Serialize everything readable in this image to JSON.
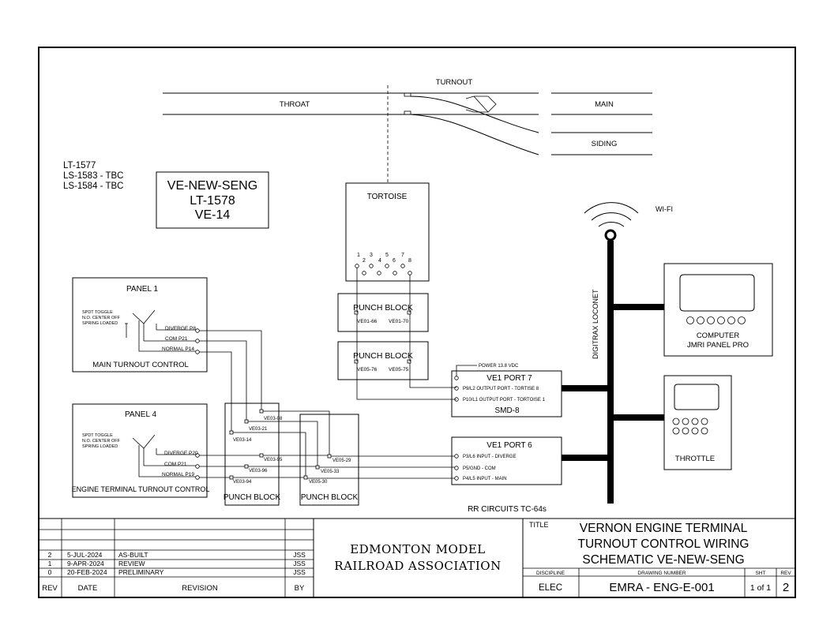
{
  "notes": [
    "LT-1577",
    "LS-1583 - TBC",
    "LS-1584 - TBC"
  ],
  "ve_box": [
    "VE-NEW-SENG",
    "LT-1578",
    "VE-14"
  ],
  "track": {
    "turnout": "TURNOUT",
    "throat": "THROAT",
    "main": "MAIN",
    "siding": "SIDING"
  },
  "tortoise": {
    "title": "TORTOISE",
    "pins_odd": [
      "1",
      "3",
      "5",
      "7"
    ],
    "pins_even": [
      "2",
      "4",
      "6",
      "8"
    ]
  },
  "punch_top1": {
    "title": "PUNCH BLOCK",
    "left": "VE01-66",
    "right": "VE01-70"
  },
  "punch_top2": {
    "title": "PUNCH BLOCK",
    "left": "VE05-76",
    "right": "VE05-75"
  },
  "wifi_label": "WI-FI",
  "loconet_label": "DIGITRAX LOCONET",
  "computer": {
    "line1": "COMPUTER",
    "line2": "JMRI PANEL PRO"
  },
  "throttle": "THROTTLE",
  "panel1": {
    "title": "PANEL 1",
    "desc": [
      "SPDT TOGGLE",
      "N.O. CENTER OFF",
      "SPRING LOADED"
    ],
    "diverge": "DIVERGE  P8",
    "com": "COM   P21",
    "normal": "NORMAL  P14",
    "footer": "MAIN TURNOUT CONTROL"
  },
  "panel4": {
    "title": "PANEL 4",
    "desc": [
      "SPDT TOGGLE",
      "N.O. CENTER OFF",
      "SPRING LOADED"
    ],
    "diverge": "DIVERGE  P20",
    "com": "COM   P21",
    "normal": "NORMAL  P19",
    "footer": "ENGINE TERMINAL TURNOUT CONTROL"
  },
  "punch_left": {
    "title": "PUNCH BLOCK",
    "labels": [
      "VE03-08",
      "VE03-21",
      "VE03-14",
      "VE03-95",
      "VE03-96",
      "VE03-94"
    ]
  },
  "punch_right": {
    "title": "PUNCH BLOCK",
    "labels": [
      "VE05-29",
      "VE05-33",
      "VE05-30"
    ]
  },
  "ve1_port7": {
    "power": "POWER 13.8 VDC",
    "title": "VE1 PORT 7",
    "p1": "P9/L2  OUTPUT PORT - TORTISE 8",
    "p2": "P10/L1  OUTPUT PORT - TORTOISE 1",
    "footer": "SMD-8"
  },
  "ve1_port6": {
    "title": "VE1 PORT 6",
    "p1": "P3/L6   INPUT - DIVERGE",
    "p2": "P5/GND       - COM",
    "p3": "P4/L5   INPUT - MAIN"
  },
  "rr_circuits": "RR CIRCUITS TC-64s",
  "title_block": {
    "org_line1": "EDMONTON MODEL",
    "org_line2": "RAILROAD ASSOCIATION",
    "title_label": "TITLE",
    "title_lines": [
      "VERNON ENGINE TERMINAL",
      "TURNOUT CONTROL WIRING",
      "SCHEMATIC VE-NEW-SENG"
    ],
    "discipline_label": "DISCIPLINE",
    "drawing_number_label": "DRAWING NUMBER",
    "sht_label": "SHT",
    "rev_label": "REV",
    "discipline": "ELEC",
    "drawing_number": "EMRA - ENG-E-001",
    "sht": "1 of 1",
    "rev": "2"
  },
  "revisions": {
    "headers": {
      "rev": "REV",
      "date": "DATE",
      "revision": "REVISION",
      "by": "BY"
    },
    "rows": [
      {
        "rev": "2",
        "date": "5-JUL-2024",
        "revision": "AS-BUILT",
        "by": "JSS"
      },
      {
        "rev": "1",
        "date": "9-APR-2024",
        "revision": "REVIEW",
        "by": "JSS"
      },
      {
        "rev": "0",
        "date": "20-FEB-2024",
        "revision": "PRELIMINARY",
        "by": "JSS"
      }
    ]
  }
}
